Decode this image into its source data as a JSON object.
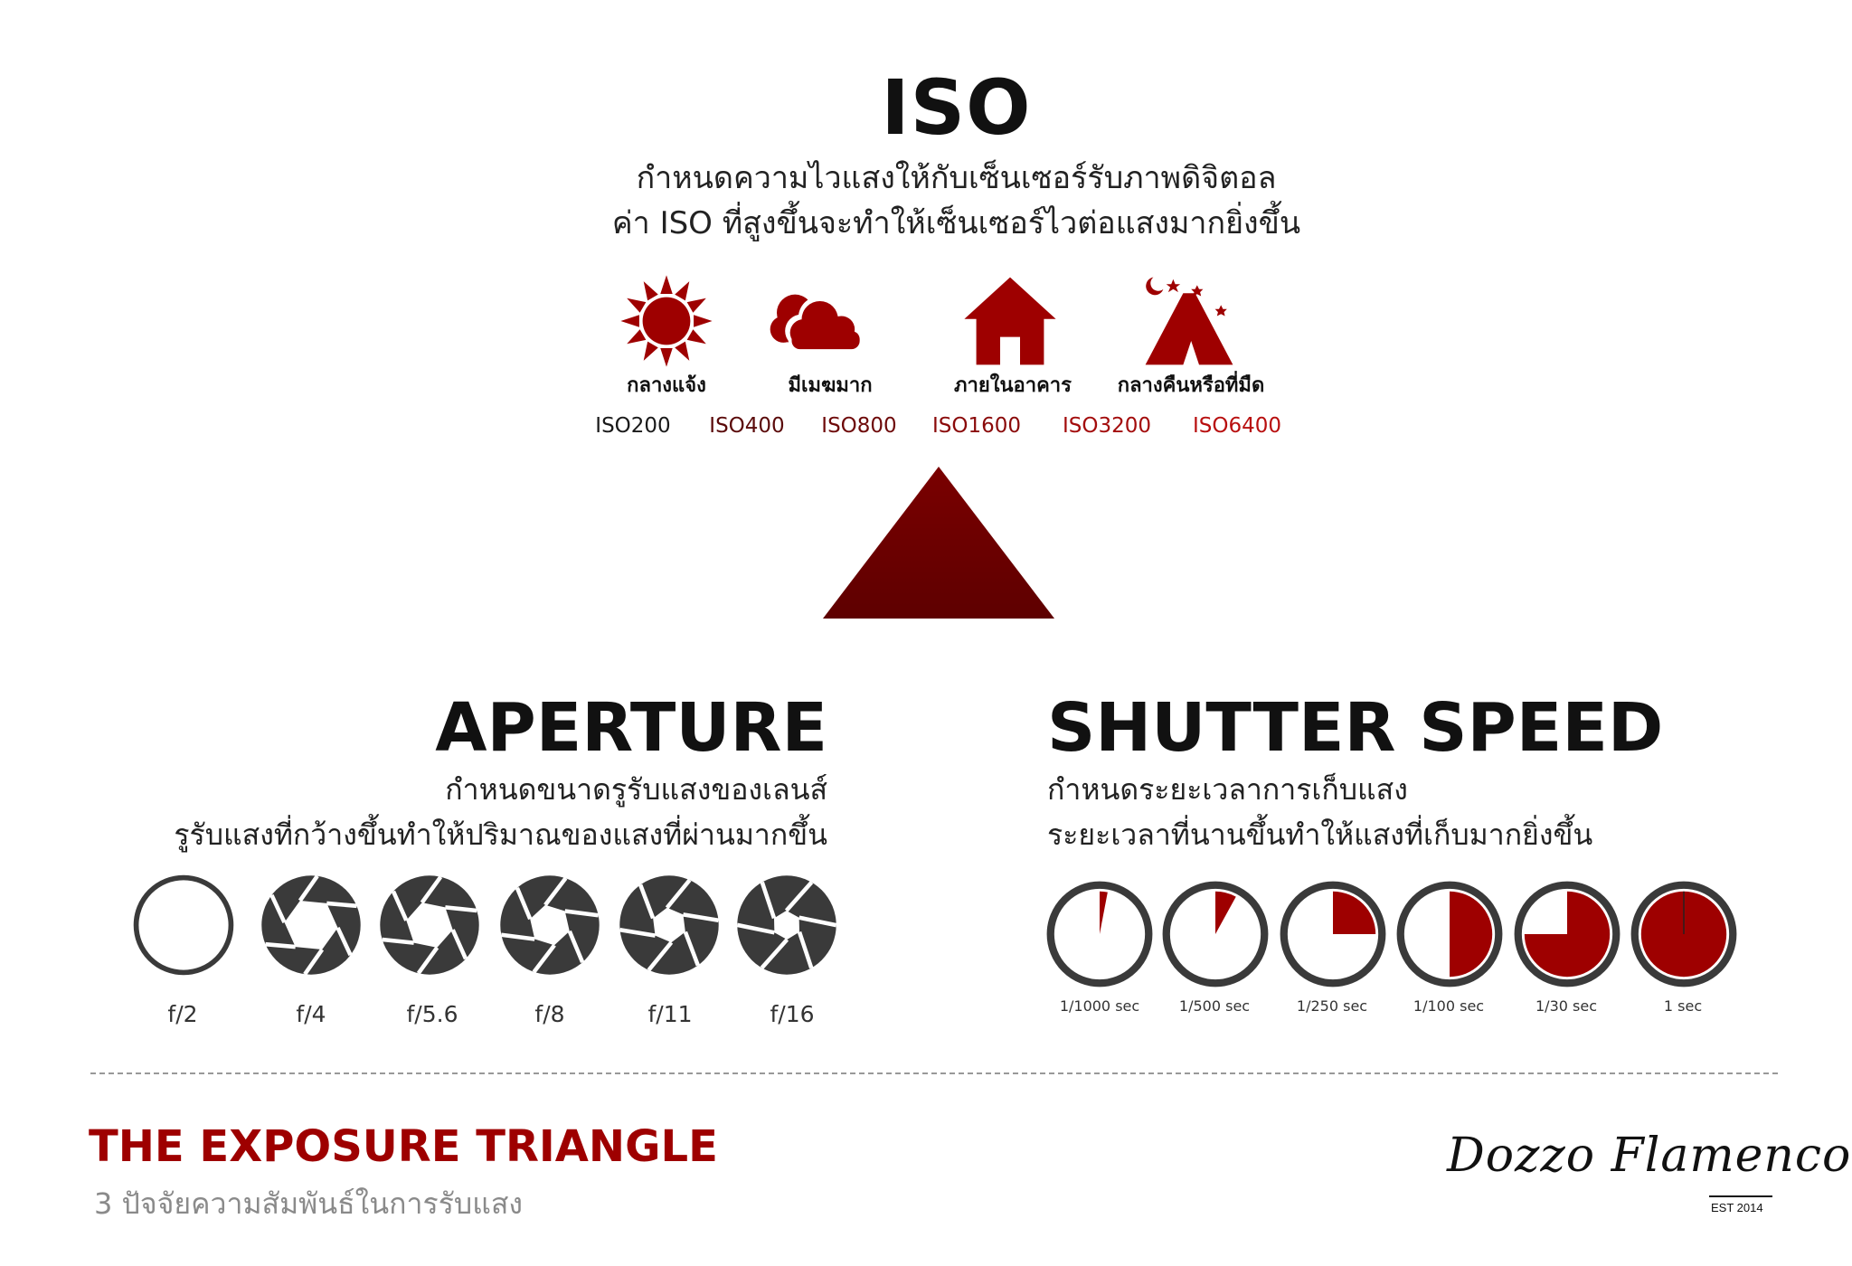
{
  "iso": {
    "title": "ISO",
    "desc_line1": "กำหนดความไวแสงให้กับเซ็นเซอร์รับภาพดิจิตอล",
    "desc_line2": "ค่า ISO ที่สูงขึ้นจะทำให้เซ็นเซอร์ไวต่อแสงมากยิ่งขึ้น",
    "scenes": [
      {
        "label": "กลางแจ้ง",
        "icon": "sun-icon"
      },
      {
        "label": "มีเมฆมาก",
        "icon": "cloud-icon"
      },
      {
        "label": "ภายในอาคาร",
        "icon": "house-icon"
      },
      {
        "label": "กลางคืนหรือที่มืด",
        "icon": "night-tent-icon"
      }
    ],
    "values": [
      {
        "label": "ISO200",
        "color": "#1a1a1a"
      },
      {
        "label": "ISO400",
        "color": "#5a0a0a"
      },
      {
        "label": "ISO800",
        "color": "#6e0a0a"
      },
      {
        "label": "ISO1600",
        "color": "#8a0a0a"
      },
      {
        "label": "ISO3200",
        "color": "#a30c0c"
      },
      {
        "label": "ISO6400",
        "color": "#b80f0f"
      }
    ]
  },
  "aperture": {
    "title": "APERTURE",
    "desc_line1": "กำหนดขนาดรูรับแสงของเลนส์",
    "desc_line2": "รูรับแสงที่กว้างขึ้นทำให้ปริมาณของแสงที่ผ่านมากขึ้น",
    "stops": [
      "f/2",
      "f/4",
      "f/5.6",
      "f/8",
      "f/11",
      "f/16"
    ],
    "icon": "aperture-icon"
  },
  "shutter": {
    "title": "SHUTTER SPEED",
    "desc_line1": "กำหนดระยะเวลาการเก็บแสง",
    "desc_line2": "ระยะเวลาที่นานขึ้นทำให้แสงที่เก็บมากยิ่งขึ้น",
    "speeds": [
      {
        "label": "1/1000 sec",
        "fill_fraction": 0.03
      },
      {
        "label": "1/500 sec",
        "fill_fraction": 0.08
      },
      {
        "label": "1/250 sec",
        "fill_fraction": 0.25
      },
      {
        "label": "1/100 sec",
        "fill_fraction": 0.5
      },
      {
        "label": "1/30 sec",
        "fill_fraction": 0.75
      },
      {
        "label": "1 sec",
        "fill_fraction": 1.0
      }
    ],
    "icon": "timer-icon"
  },
  "footer": {
    "title": "THE EXPOSURE TRIANGLE",
    "subtitle": "3 ปัจจัยความสัมพันธ์ในการรับแสง",
    "brand": "Dozzo Flamenco",
    "brand_est": "EST 2014"
  },
  "colors": {
    "accent": "#9e0000",
    "triangle": "#6b0000",
    "icon_dark": "#3a3a3a"
  }
}
